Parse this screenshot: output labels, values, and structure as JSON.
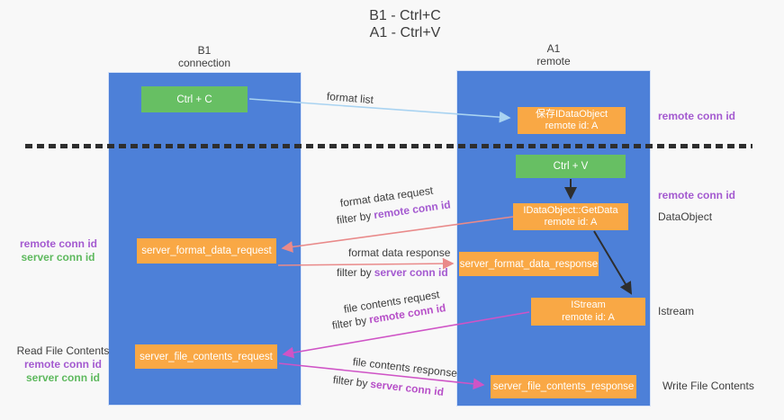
{
  "title": {
    "line1": "B1 - Ctrl+C",
    "line2": "A1 - Ctrl+V"
  },
  "columns": {
    "left": {
      "name": "B1",
      "role": "connection"
    },
    "right": {
      "name": "A1",
      "role": "remote"
    }
  },
  "nodes": {
    "ctrl_c": {
      "label": "Ctrl + C"
    },
    "ctrl_v": {
      "label": "Ctrl + V"
    },
    "save_dataobject": {
      "line1": "保存IDataObject",
      "line2": "remote id: A"
    },
    "getdata": {
      "line1": "IDataObject::GetData",
      "line2": "remote id: A"
    },
    "istream": {
      "line1": "IStream",
      "line2": "remote id: A"
    },
    "format_request": {
      "label": "server_format_data_request"
    },
    "format_response": {
      "label": "server_format_data_response"
    },
    "file_request": {
      "label": "server_file_contents_request"
    },
    "file_response": {
      "label": "server_file_contents_response"
    }
  },
  "edge_labels": {
    "format_list": {
      "text": "format list"
    },
    "format_request": {
      "text": "format data request",
      "filter_prefix": "filter by",
      "filter_key": "remote conn id"
    },
    "format_response": {
      "text": "format data response",
      "filter_prefix": "filter by",
      "filter_key": "server conn id"
    },
    "file_request": {
      "text": "file contents request",
      "filter_prefix": "filter by",
      "filter_key": "remote conn id"
    },
    "file_response": {
      "text": "file contents response",
      "filter_prefix": "filter by",
      "filter_key": "server conn id"
    }
  },
  "side_labels": {
    "left_format": {
      "line1": "remote conn id",
      "line2": "server conn id"
    },
    "left_file": {
      "title": "Read File Contents",
      "line1": "remote conn id",
      "line2": "server conn id"
    },
    "right_top": "remote conn id",
    "right_ctrlv": "remote conn id",
    "right_dataobject": "DataObject",
    "right_istream": "Istream",
    "right_write": "Write File Contents"
  },
  "colors": {
    "background": "#f8f8f8",
    "column_fill": "#4d80d8",
    "node_green": "#67bf63",
    "node_orange": "#f9a845",
    "arrow_blue": "#a9d3f1",
    "arrow_black": "#2e2e2e",
    "arrow_salmon": "#e98a8a",
    "arrow_magenta": "#cf54c6",
    "label_purple": "#a45ad0",
    "label_magenta": "#b750c8",
    "label_green": "#5eb95e",
    "text_dark": "#3d3d3d"
  }
}
